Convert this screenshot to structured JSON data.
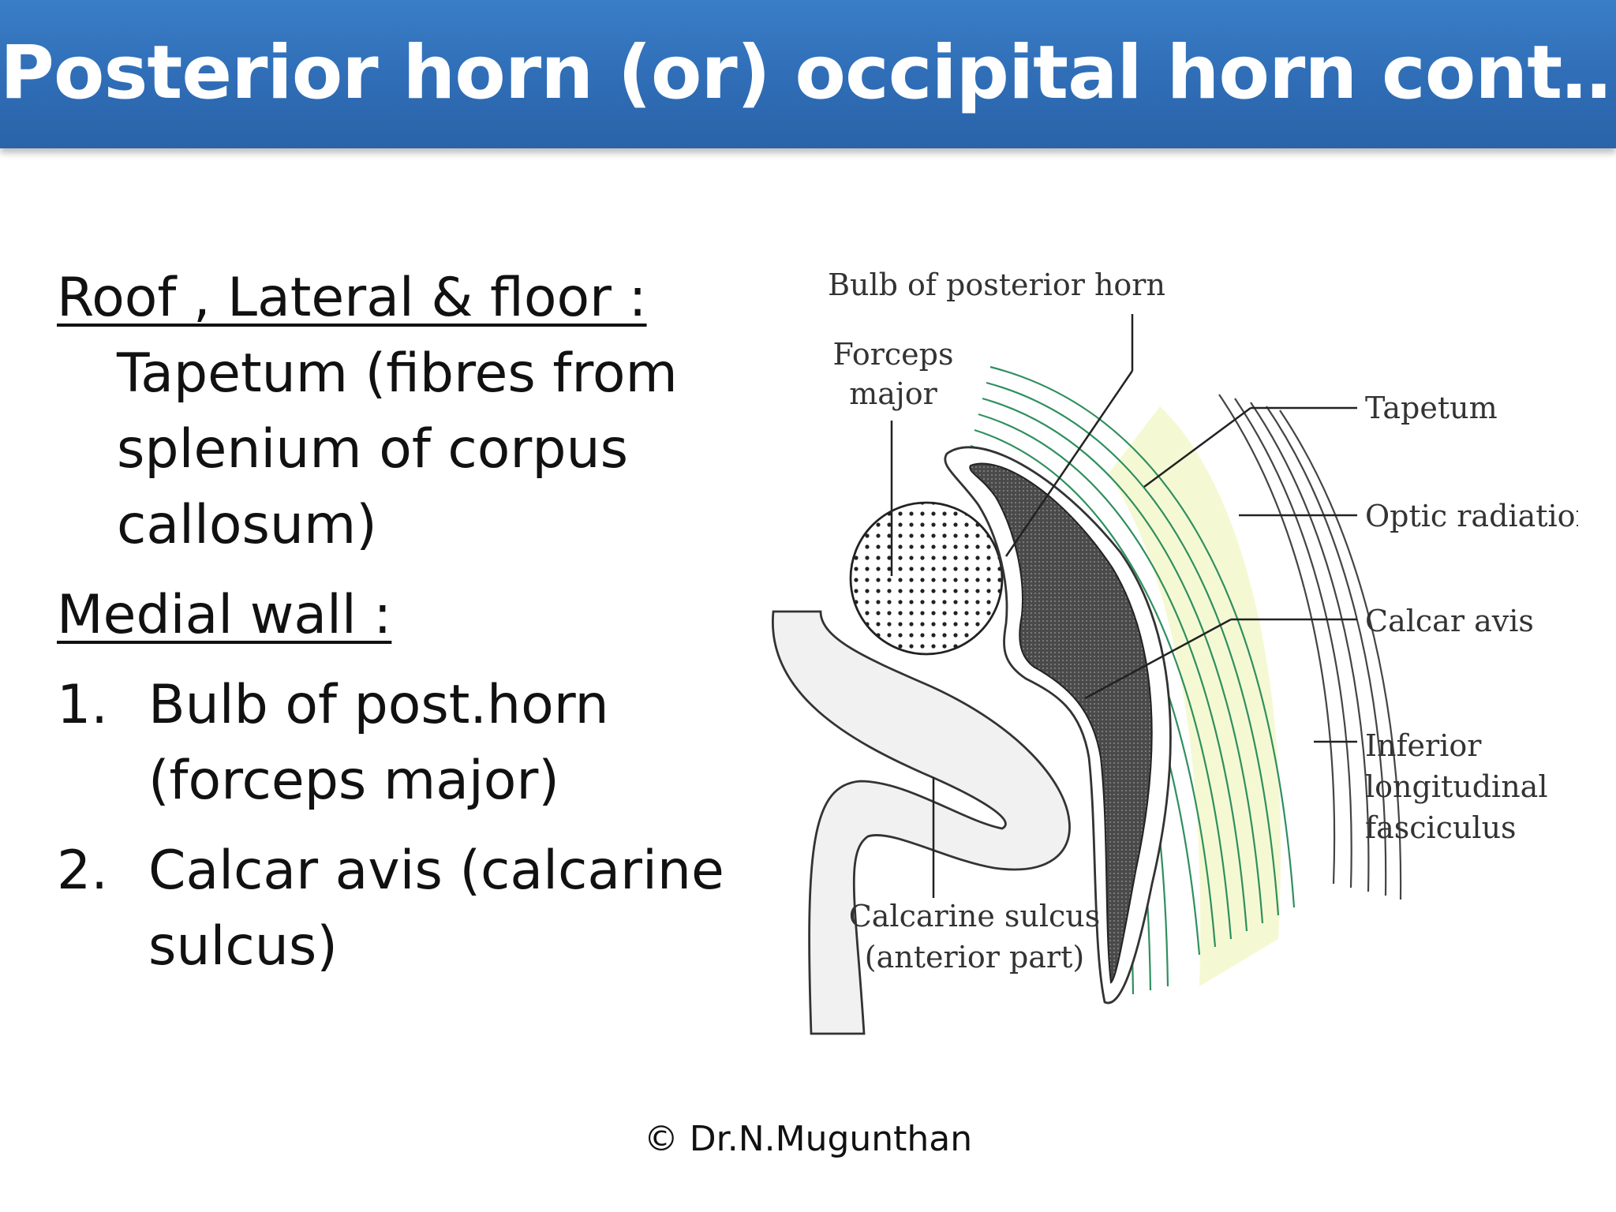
{
  "slide": {
    "title": "Posterior horn (or) occipital horn cont…",
    "sections": {
      "roof_heading": "Roof , Lateral & floor  :",
      "roof_text": [
        "Tapetum (fibres from",
        "splenium of corpus",
        "callosum)"
      ],
      "medial_heading": "Medial wall :",
      "items": [
        {
          "num": "1.",
          "lines": [
            "Bulb of post.horn",
            "(forceps major)"
          ]
        },
        {
          "num": "2.",
          "lines": [
            "Calcar avis (calcarine",
            "sulcus)"
          ]
        }
      ]
    },
    "figure_labels": {
      "bulb": "Bulb of posterior horn",
      "forceps": [
        "Forceps",
        "major"
      ],
      "tapetum": "Tapetum",
      "optic": "Optic radiation",
      "calcar": "Calcar avis",
      "inferior": [
        "Inferior",
        "longitudinal",
        "fasciculus"
      ],
      "calcarine": [
        "Calcarine sulcus",
        "(anterior part)"
      ]
    },
    "footer": "© Dr.N.Mugunthan"
  }
}
